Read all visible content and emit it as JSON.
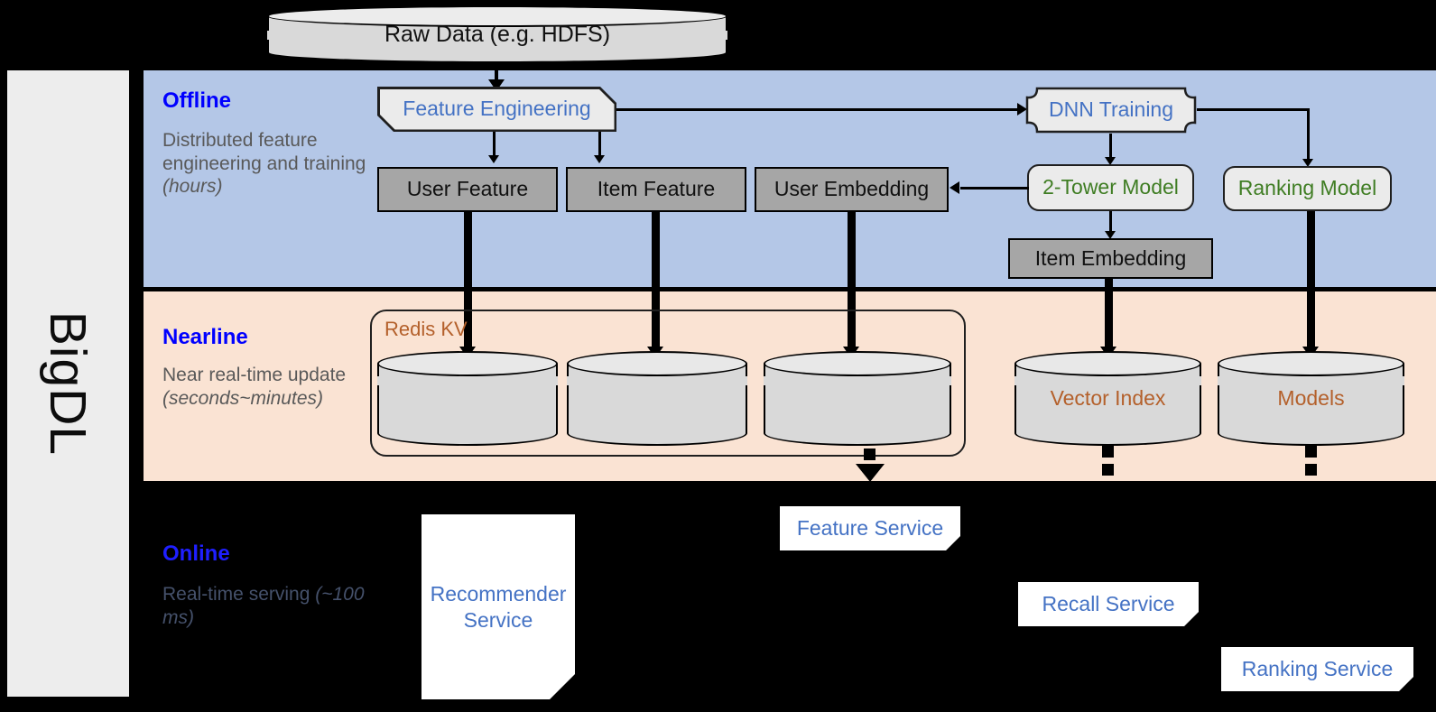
{
  "framework": {
    "name": "BigDL"
  },
  "stages": [
    {
      "id": "offline",
      "title": "Offline",
      "desc_line1": "Distributed feature engineering and training ",
      "desc_em": "(hours)"
    },
    {
      "id": "nearline",
      "title": "Nearline",
      "desc_line1": "Near real-time update ",
      "desc_em": "(seconds~minutes)"
    },
    {
      "id": "online",
      "title": "Online",
      "desc_line1": "Real-time serving ",
      "desc_em": "(~100 ms)"
    }
  ],
  "source": {
    "raw_data": "Raw Data (e.g. HDFS)"
  },
  "offline": {
    "feature_engineering": "Feature Engineering",
    "dnn_training": "DNN Training",
    "user_feature": "User Feature",
    "item_feature": "Item Feature",
    "user_embedding": "User Embedding",
    "two_tower_model": "2-Tower Model",
    "ranking_model": "Ranking Model",
    "item_embedding": "Item Embedding"
  },
  "nearline": {
    "redis_kv": "Redis KV",
    "store_user_feature": "",
    "store_item_feature": "",
    "store_user_embedding": "",
    "vector_index": "Vector Index",
    "models": "Models"
  },
  "online": {
    "recommender_service": "Recommender Service",
    "feature_service": "Feature Service",
    "recall_service": "Recall Service",
    "ranking_service": "Ranking Service"
  },
  "colors": {
    "offline_band": "#b4c7e7",
    "nearline_band": "#fae3d3",
    "online_band": "#000000",
    "rail": "#ededed",
    "stage_title": "#0000ff",
    "stage_desc": "#595959",
    "gray_box": "#a6a6a6",
    "light_box": "#ebebeb",
    "blue_text": "#4472c4",
    "green_text": "#3f7d23",
    "brown_text": "#b4602b",
    "cylinder": "#d9d9d9"
  }
}
